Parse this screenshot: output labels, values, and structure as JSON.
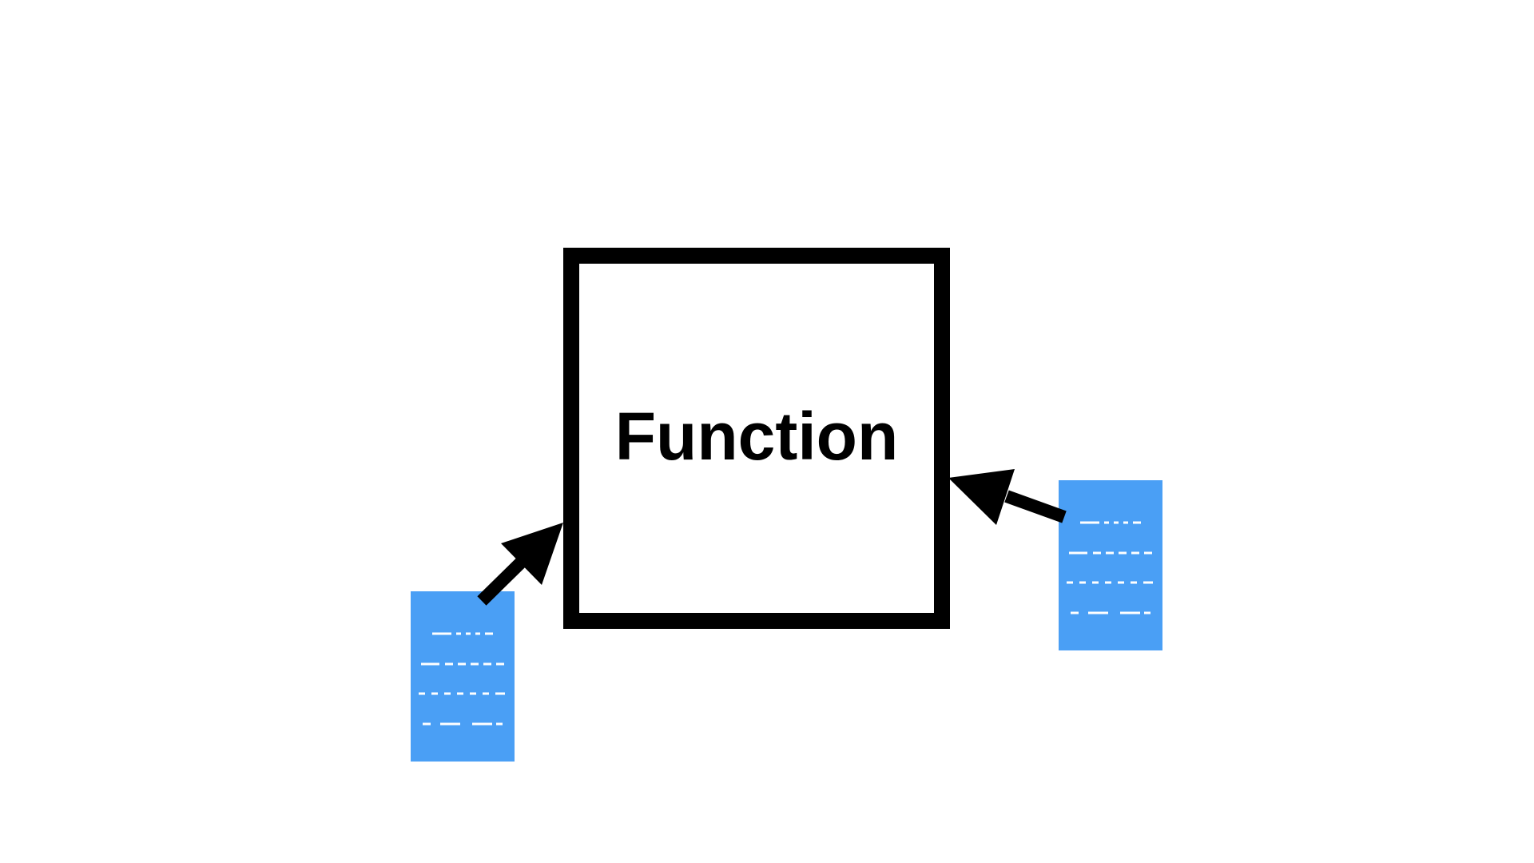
{
  "diagram": {
    "function_box": {
      "label": "Function"
    },
    "colors": {
      "stroke": "#000000",
      "document_fill": "#4a9ff5",
      "document_lines": "#ffffff",
      "background": "#ffffff"
    },
    "documents": [
      {
        "name": "left-input-document",
        "icon": "document-icon"
      },
      {
        "name": "right-input-document",
        "icon": "document-icon"
      }
    ],
    "arrows": [
      {
        "from": "left-input-document",
        "to": "function-box",
        "icon": "arrow-icon"
      },
      {
        "from": "right-input-document",
        "to": "function-box",
        "icon": "arrow-icon"
      }
    ]
  }
}
